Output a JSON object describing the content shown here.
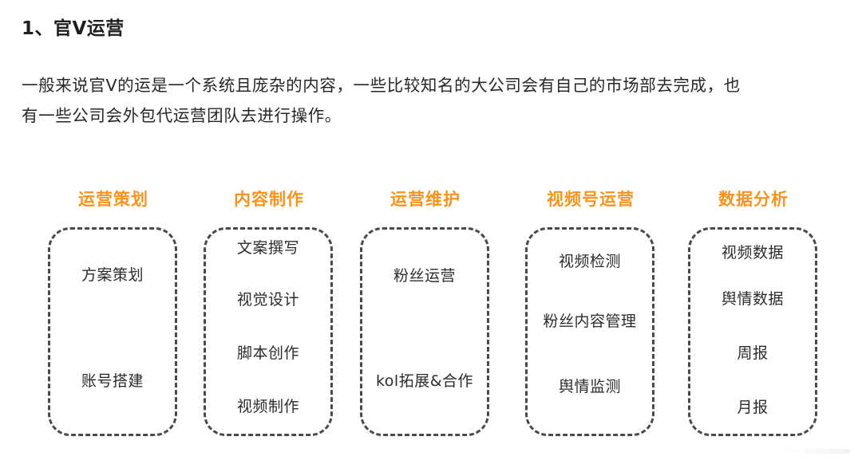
{
  "heading": "1、官V运营",
  "paragraph": {
    "line1": "一般来说官V的运是一个系统且庞杂的内容，一些比较知名的大公司会有自己的市场部去完成，也",
    "line2": "有一些公司会外包代运营团队去进行操作。"
  },
  "colors": {
    "accent": "#f7941d",
    "border": "#4a4a4a",
    "text": "#262626"
  },
  "diagram": {
    "columns": [
      {
        "title": "运营策划",
        "items": [
          "方案策划",
          "账号搭建"
        ]
      },
      {
        "title": "内容制作",
        "items": [
          "文案撰写",
          "视觉设计",
          "脚本创作",
          "视频制作"
        ]
      },
      {
        "title": "运营维护",
        "items": [
          "粉丝运营",
          "kol拓展&合作"
        ]
      },
      {
        "title": "视频号运营",
        "items": [
          "视频检测",
          "粉丝内容管理",
          "舆情监测"
        ]
      },
      {
        "title": "数据分析",
        "items": [
          "视频数据",
          "舆情数据",
          "周报",
          "月报"
        ]
      }
    ]
  }
}
